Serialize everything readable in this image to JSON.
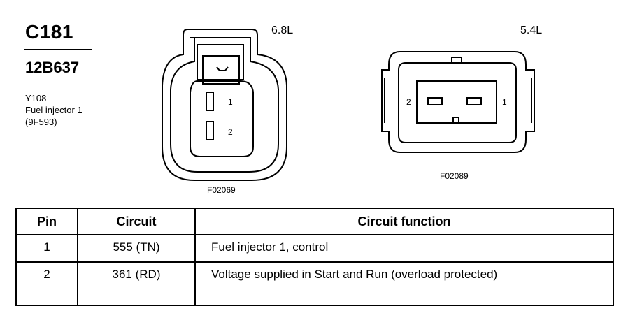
{
  "header": {
    "connector_id": "C181",
    "part_number": "12B637",
    "description": [
      "Y108",
      "Fuel injector 1",
      "(9F593)"
    ]
  },
  "connectors": [
    {
      "engine": "6.8L",
      "figure_code": "F02069",
      "pins": [
        "1",
        "2"
      ]
    },
    {
      "engine": "5.4L",
      "figure_code": "F02089",
      "pins": [
        "2",
        "1"
      ]
    }
  ],
  "table": {
    "columns": [
      "Pin",
      "Circuit",
      "Circuit function"
    ],
    "rows": [
      {
        "pin": "1",
        "circuit": "555 (TN)",
        "function": "Fuel injector 1, control"
      },
      {
        "pin": "2",
        "circuit": "361 (RD)",
        "function": "Voltage supplied in Start and Run (overload protected)"
      }
    ]
  }
}
